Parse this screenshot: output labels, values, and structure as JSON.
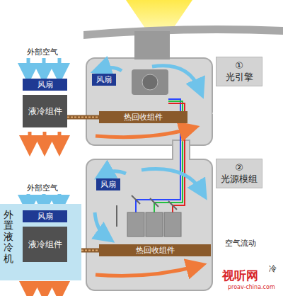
{
  "diagram": {
    "nodes": [
      {
        "text": [
          "风扇"
        ]
      },
      {
        "text": [
          "液冷组件"
        ]
      },
      {
        "text": [
          "风扇"
        ]
      },
      {
        "text": [
          "热回收组件"
        ]
      },
      {
        "text": [
          "①",
          "光引擎"
        ]
      },
      {
        "text": [
          "风扇"
        ]
      },
      {
        "text": [
          "热回收组件"
        ]
      },
      {
        "text": [
          "②",
          "光源模组"
        ]
      },
      {
        "text": [
          "外置液冷机"
        ]
      },
      {
        "text": [
          "风扇"
        ],
        "in": 8
      },
      {
        "text": [
          "液冷组件"
        ],
        "in": 8
      }
    ],
    "edges": [
      {
        "from": 1,
        "to": 3,
        "arrow": "none"
      },
      {
        "from": 10,
        "to": 6,
        "arrow": "none"
      }
    ],
    "labels": [
      "外部空气",
      "外部空气",
      "空气流动",
      "冷",
      "视听网",
      "proav-china.com"
    ]
  }
}
